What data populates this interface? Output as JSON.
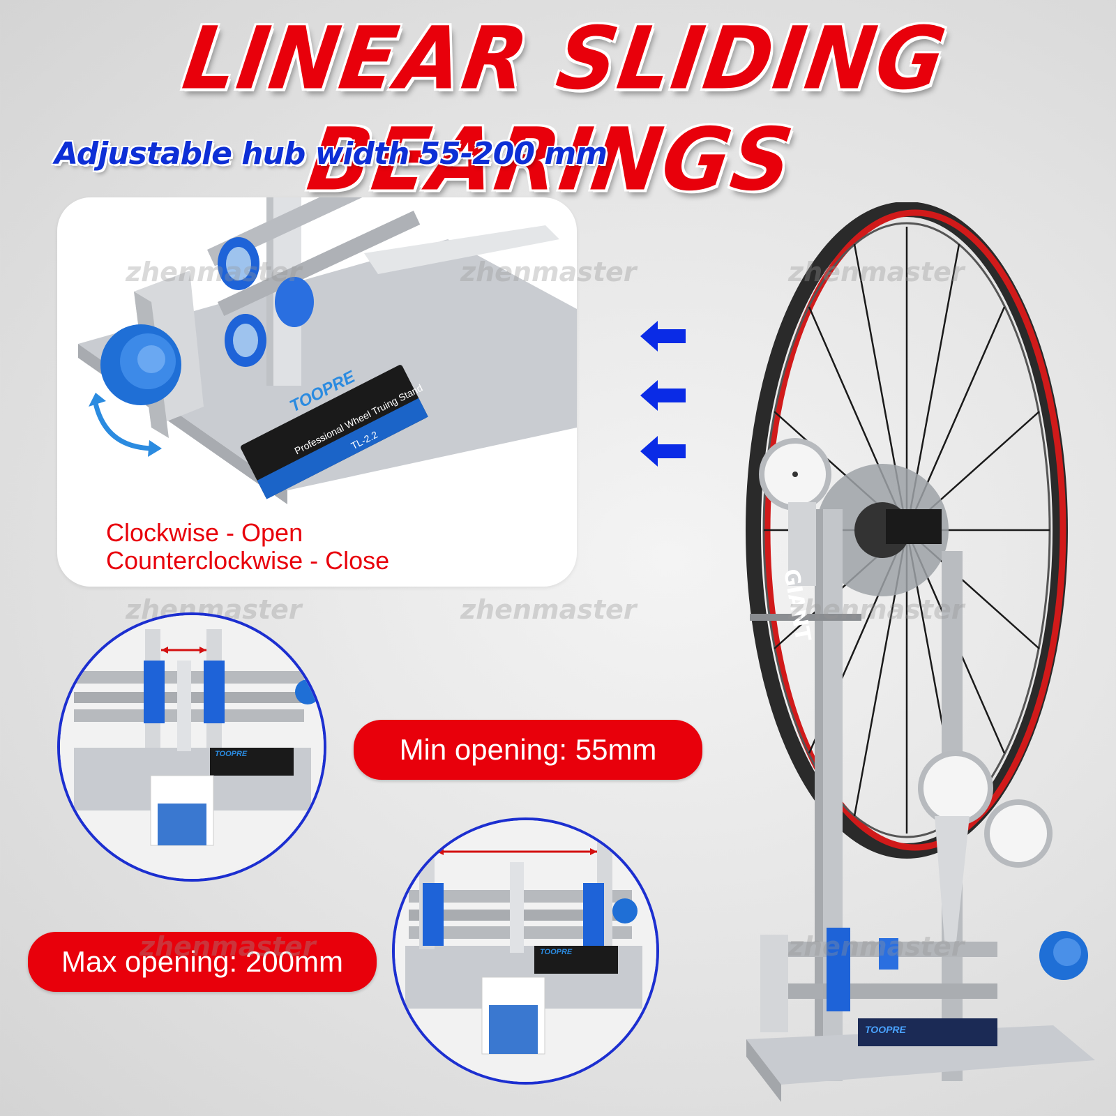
{
  "title": "LINEAR SLIDING BEARINGS",
  "subtitle": "Adjustable hub width 55-200 mm",
  "rotation": {
    "clockwise": "Clockwise - Open",
    "counterclockwise": "Counterclockwise - Close"
  },
  "label_sticker": {
    "brand": "TOOPRE",
    "product": "Professional Wheel Truing Stand",
    "model": "TL-2.2"
  },
  "min_opening": "Min opening: 55mm",
  "max_opening": "Max opening: 200mm",
  "watermark": "zhenmaster",
  "wheel_brand": "GIANT",
  "colors": {
    "title_red": "#e8000b",
    "subtitle_blue": "#0d2fd6",
    "arrow_blue": "#0a2be6",
    "bearing_blue": "#1e63d8"
  }
}
